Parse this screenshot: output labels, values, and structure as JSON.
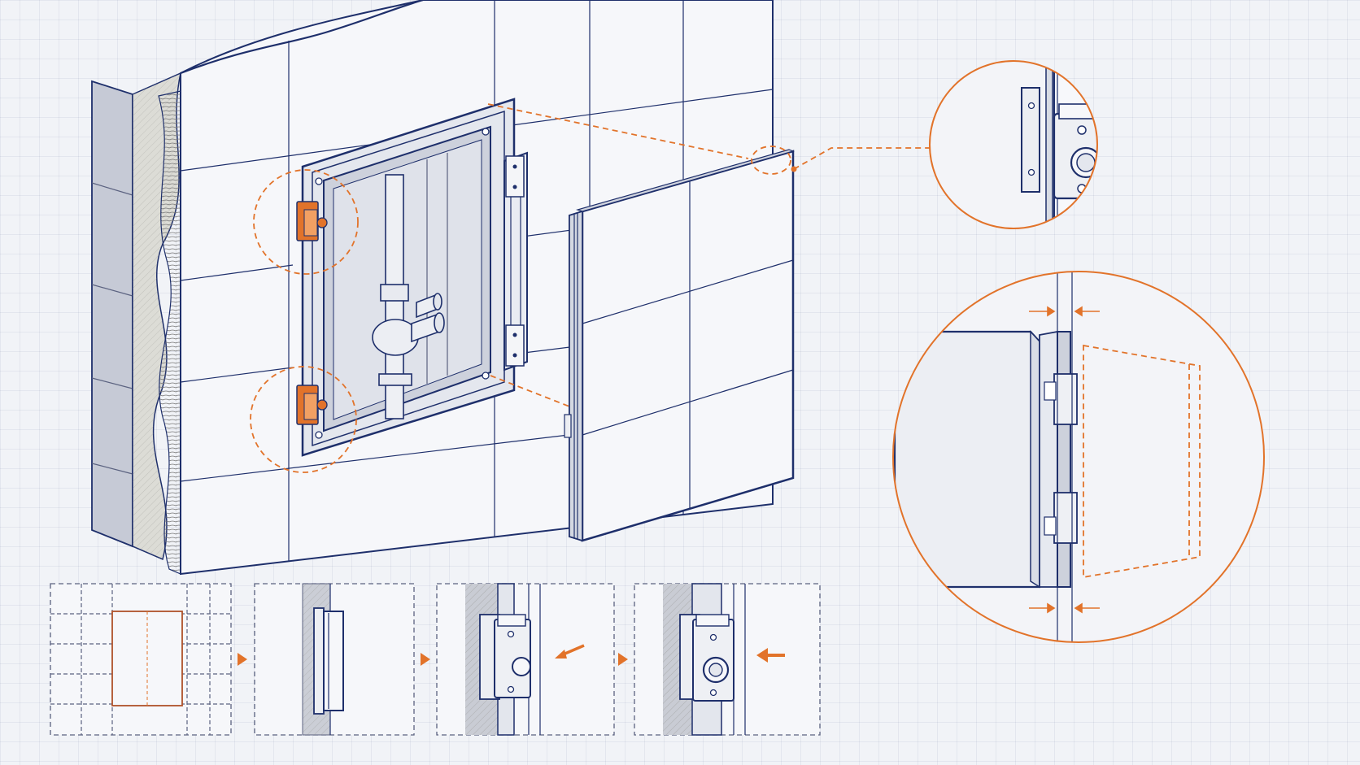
{
  "colors": {
    "ink": "#1e2f6b",
    "accent": "#e2732a",
    "paper": "#f1f3f7",
    "insulation": "#d9d9d4",
    "shadow": "#c9cdd8"
  },
  "icons": {
    "step_arrow": "triangle-right-icon",
    "push_arrow": "arrow-left-icon"
  },
  "steps": [
    {
      "id": 1,
      "depicts": "tile-cutout-outline"
    },
    {
      "id": 2,
      "depicts": "frame-mounting-rail"
    },
    {
      "id": 3,
      "depicts": "latch-installation"
    },
    {
      "id": 4,
      "depicts": "latch-press-closed"
    }
  ]
}
